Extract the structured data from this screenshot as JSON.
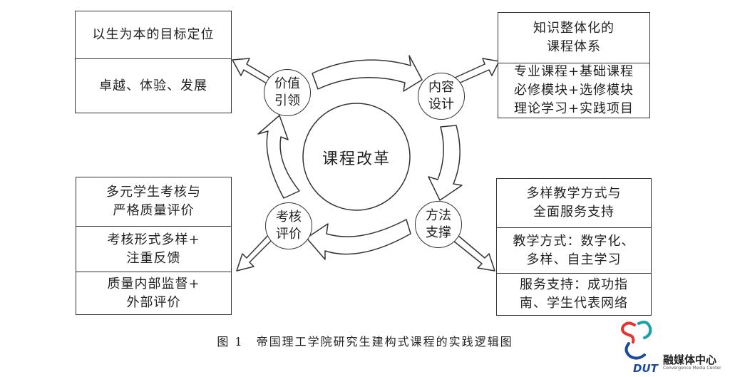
{
  "center": "课程改革",
  "nodes": {
    "value": "价值\n引领",
    "content": "内容\n设计",
    "method": "方法\n支撑",
    "assess": "考核\n评价"
  },
  "boxes": {
    "top_left": {
      "header": "以生为本的目标定位",
      "body": "卓越、体验、发展"
    },
    "top_right": {
      "header": "知识整体化的\n课程体系",
      "body": "专业课程+基础课程\n必修模块+选修模块\n理论学习+实践项目"
    },
    "bottom_left": {
      "header": "多元学生考核与\n严格质量评价",
      "mid": "考核形式多样+\n注重反馈",
      "body": "质量内部监督+\n外部评价"
    },
    "bottom_right": {
      "header": "多样教学方式与\n全面服务支持",
      "mid": "教学方式：数字化、\n多样、自主学习",
      "body": "服务支持：成功指\n南、学生代表网络"
    }
  },
  "caption": {
    "number": "图 1",
    "text": "帝国理工学院研究生建构式课程的实践逻辑图"
  },
  "logo": {
    "mark": "DUT",
    "name": "融媒体中心",
    "sub": "Convergence Media Center",
    "colors": [
      "#e8322f",
      "#1aa0a8",
      "#1b4a9c"
    ]
  }
}
